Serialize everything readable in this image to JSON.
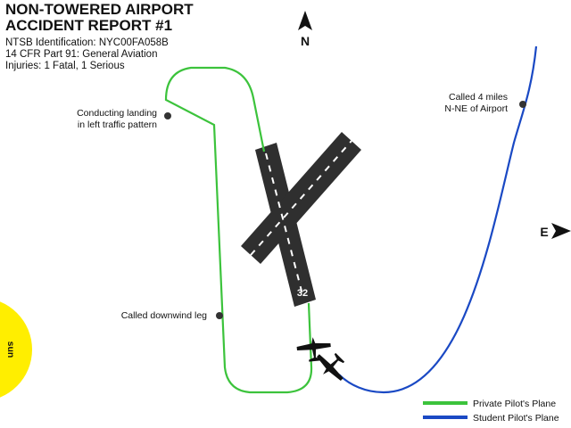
{
  "report": {
    "title_line1": "NON-TOWERED AIRPORT",
    "title_line2": "ACCIDENT REPORT #1",
    "ntsb_id": "NTSB Identification: NYC00FA058B",
    "cfr_part": "14 CFR Part 91: General Aviation",
    "injuries": "Injuries: 1 Fatal, 1 Serious"
  },
  "compass": {
    "north": "N",
    "east": "E"
  },
  "runway": {
    "number": "32"
  },
  "sun_label": "sun",
  "annotations": {
    "landing_line1": "Conducting landing",
    "landing_line2": "in left traffic pattern",
    "downwind": "Called downwind leg",
    "called_line1": "Called 4 miles",
    "called_line2": "N-NE of Airport"
  },
  "legend": {
    "private": "Private Pilot's Plane",
    "student": "Student Pilot's Plane"
  },
  "colors": {
    "private_path": "#3cc33c",
    "student_path": "#1a49c4",
    "sun": "#ffee00",
    "runway": "#2f2f2f"
  }
}
